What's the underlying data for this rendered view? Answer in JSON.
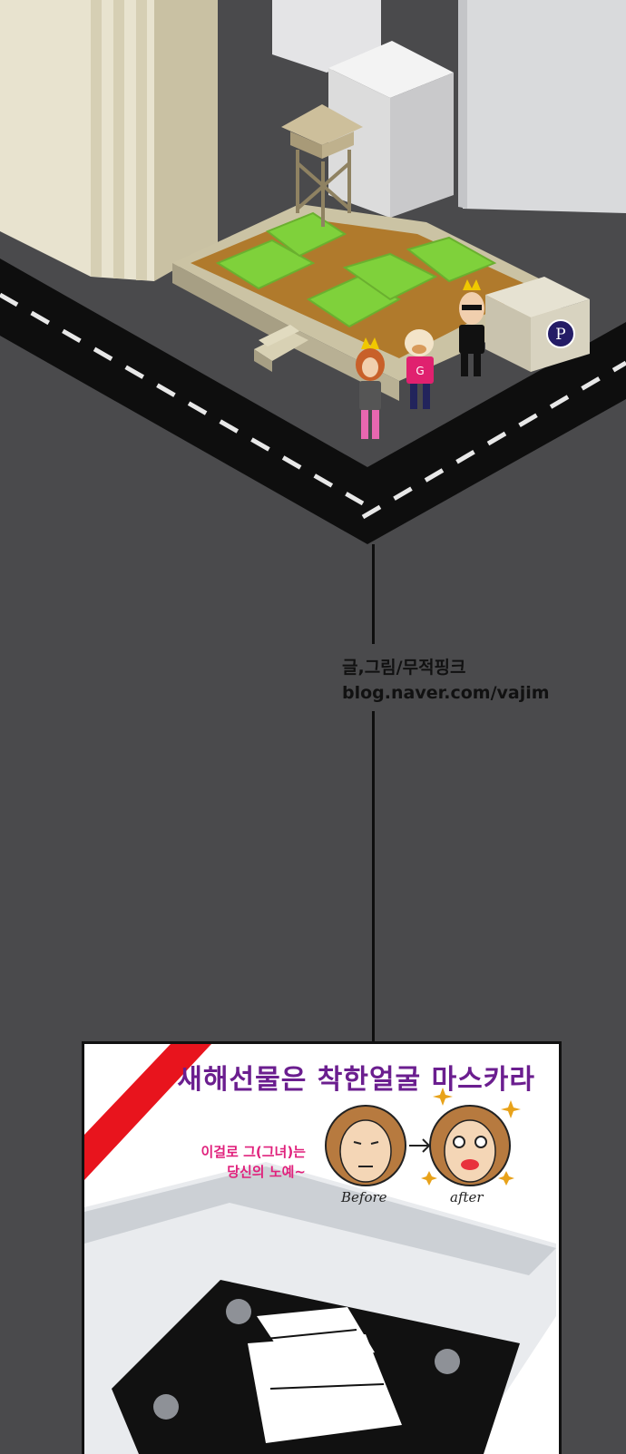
{
  "credit": {
    "line1": "글,그림/무적핑크",
    "line2": "blog.naver.com/vajim"
  },
  "scene": {
    "parking_sign": "P",
    "shirt_letter": "G"
  },
  "ad": {
    "title": "새해선물은 착한얼굴 마스카라",
    "tag_line1": "이걸로 그(그녀)는",
    "tag_line2": "당신의 노예~",
    "before_label": "Before",
    "after_label": "after"
  },
  "colors": {
    "background": "#4a4a4c",
    "road": "#0e0e0e",
    "grass": "#7fd13b",
    "soil": "#b07a2c",
    "ad_title": "#6b1e8f",
    "ad_tag": "#e0217c",
    "ribbon": "#e8141d"
  }
}
